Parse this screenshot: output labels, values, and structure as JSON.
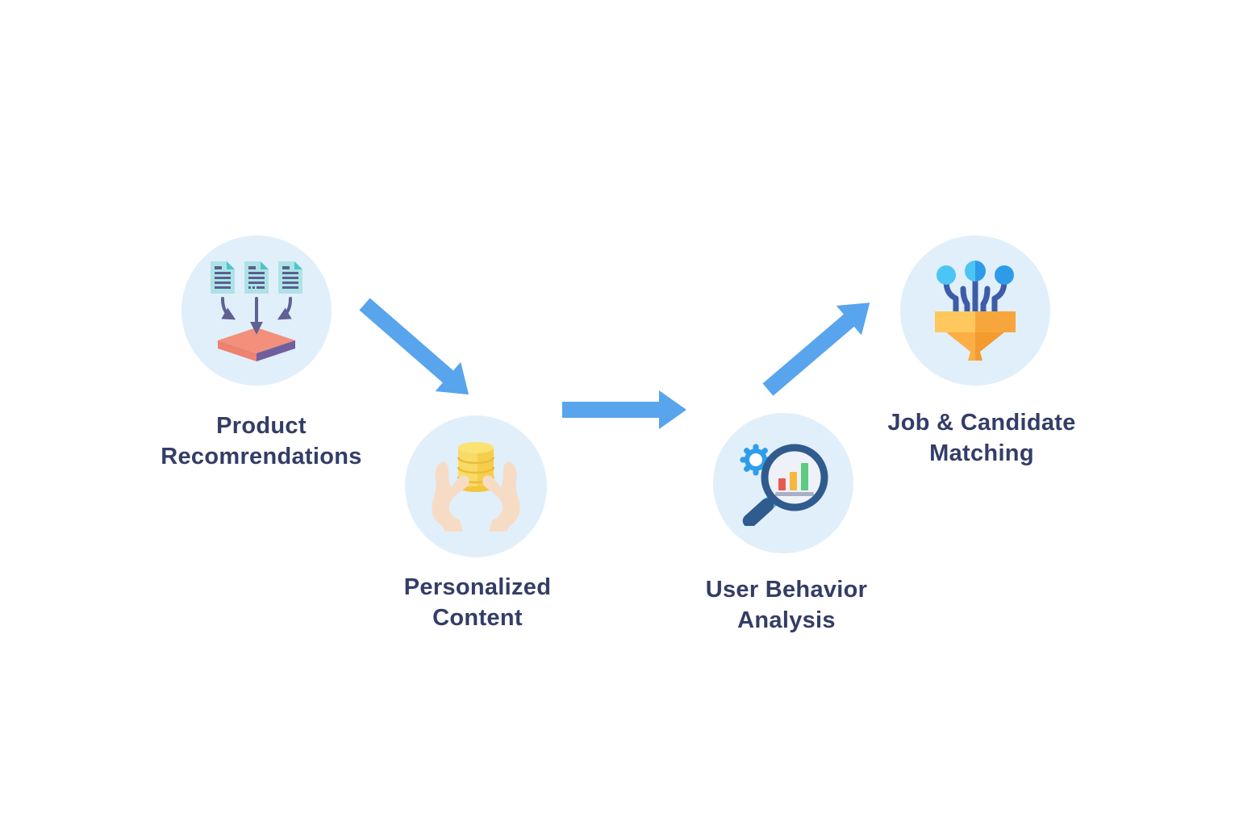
{
  "theme": {
    "page_bg": "#fefefef",
    "text_color": "#333d66",
    "circle_bg": "#e1effa",
    "arrow_color": "#58a4ed"
  },
  "flow": {
    "steps": [
      {
        "name": "product-recommendations",
        "icon": "documents-into-platform-icon",
        "label_line1": "Product",
        "label_line2": "Recomrendations"
      },
      {
        "name": "personalized-content",
        "icon": "hands-holding-coins-icon",
        "label_line1": "Personalized",
        "label_line2": "Content"
      },
      {
        "name": "user-behavior-analysis",
        "icon": "magnifier-bar-chart-gear-icon",
        "label_line1": "User Behavior",
        "label_line2": "Analysis"
      },
      {
        "name": "job-candidate-matching",
        "icon": "funnel-matching-icon",
        "label_line1": "Job & Candidate",
        "label_line2": "Matching"
      }
    ],
    "connections": [
      {
        "from": "product-recommendations",
        "to": "personalized-content",
        "direction": "down-right"
      },
      {
        "from": "personalized-content",
        "to": "user-behavior-analysis",
        "direction": "right"
      },
      {
        "from": "user-behavior-analysis",
        "to": "job-candidate-matching",
        "direction": "up-right"
      }
    ]
  }
}
